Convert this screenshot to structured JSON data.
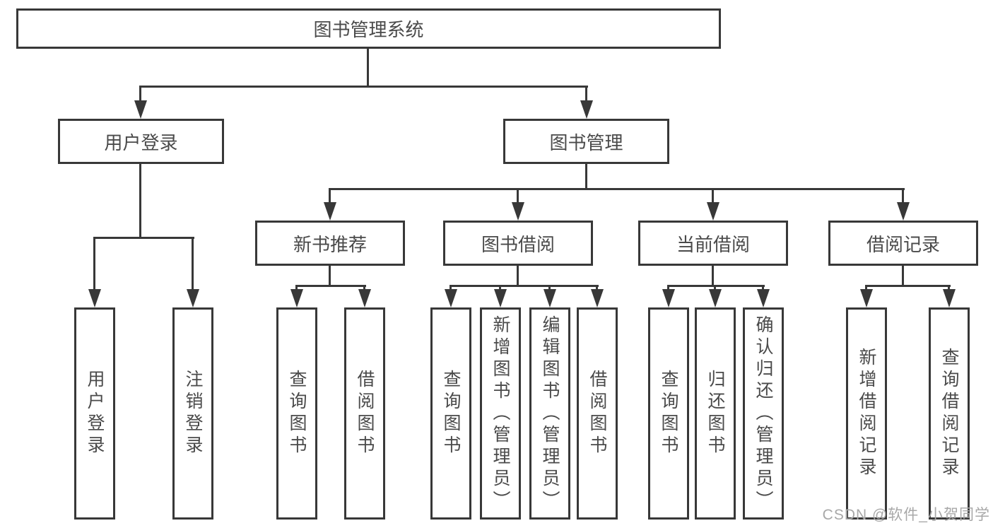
{
  "theme": {
    "line_color": "#383838",
    "text_color": "#4a4a4a",
    "watermark_color": "#a8a8a8",
    "node_bg": "#ffffff",
    "page_bg": "#ffffff"
  },
  "diagram": {
    "type": "tree",
    "tree": {
      "label": "图书管理系统",
      "children": [
        {
          "label": "用户登录",
          "children": [
            {
              "label": "用户登录"
            },
            {
              "label": "注销登录"
            }
          ]
        },
        {
          "label": "图书管理",
          "children": [
            {
              "label": "新书推荐",
              "children": [
                {
                  "label": "查询图书"
                },
                {
                  "label": "借阅图书"
                }
              ]
            },
            {
              "label": "图书借阅",
              "children": [
                {
                  "label": "查询图书"
                },
                {
                  "label": "新增图书（管理员）"
                },
                {
                  "label": "编辑图书（管理员）"
                },
                {
                  "label": "借阅图书"
                }
              ]
            },
            {
              "label": "当前借阅",
              "children": [
                {
                  "label": "查询图书"
                },
                {
                  "label": "归还图书"
                },
                {
                  "label": "确认归还（管理员）"
                }
              ]
            },
            {
              "label": "借阅记录",
              "children": [
                {
                  "label": "新增借阅记录"
                },
                {
                  "label": "查询借阅记录"
                }
              ]
            }
          ]
        }
      ]
    }
  },
  "watermark": {
    "text": "CSDN @软件_小贺同学"
  }
}
